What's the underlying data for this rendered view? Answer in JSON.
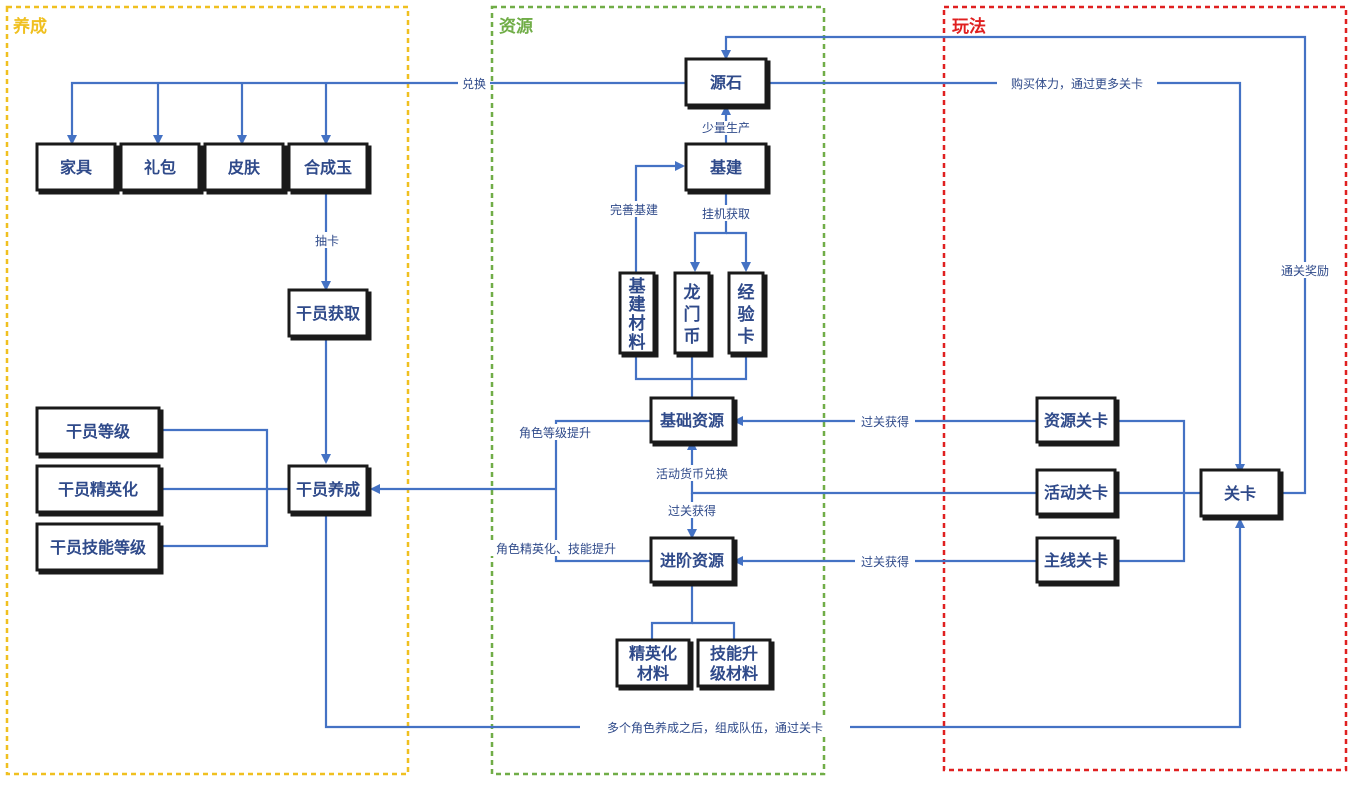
{
  "regions": {
    "cultivate": {
      "title": "养成",
      "color": "#f0c020"
    },
    "resources": {
      "title": "资源",
      "color": "#70ad47"
    },
    "gameplay": {
      "title": "玩法",
      "color": "#e02020"
    }
  },
  "nodes": {
    "originium": "源石",
    "furniture": "家具",
    "pack": "礼包",
    "skin": "皮肤",
    "orundum": "合成玉",
    "op_acquire": "干员获取",
    "op_level": "干员等级",
    "op_elite": "干员精英化",
    "op_skill": "干员技能等级",
    "op_train": "干员养成",
    "base": "基建",
    "base_mat": [
      "基",
      "建",
      "材",
      "料"
    ],
    "lmd": [
      "龙",
      "门",
      "币"
    ],
    "exp_card": [
      "经",
      "验",
      "卡"
    ],
    "basic_res": "基础资源",
    "adv_res": "进阶资源",
    "elite_mat": [
      "精英化",
      "材料"
    ],
    "skill_mat": [
      "技能升",
      "级材料"
    ],
    "res_stage": "资源关卡",
    "event_stage": "活动关卡",
    "main_stage": "主线关卡",
    "stage": "关卡"
  },
  "edge_labels": {
    "exchange": "兑换",
    "buy_stamina": "购买体力，通过更多关卡",
    "small_prod": "少量生产",
    "improve_base": "完善基建",
    "idle_get": "挂机获取",
    "gacha": "抽卡",
    "clear_reward": "通关奖励",
    "clear_get_1": "过关获得",
    "level_up": "角色等级提升",
    "event_exchange": "活动货币兑换",
    "clear_get_2": "过关获得",
    "elite_skill": "角色精英化、技能提升",
    "clear_get_3": "过关获得",
    "team": "多个角色养成之后，组成队伍，通过关卡"
  }
}
